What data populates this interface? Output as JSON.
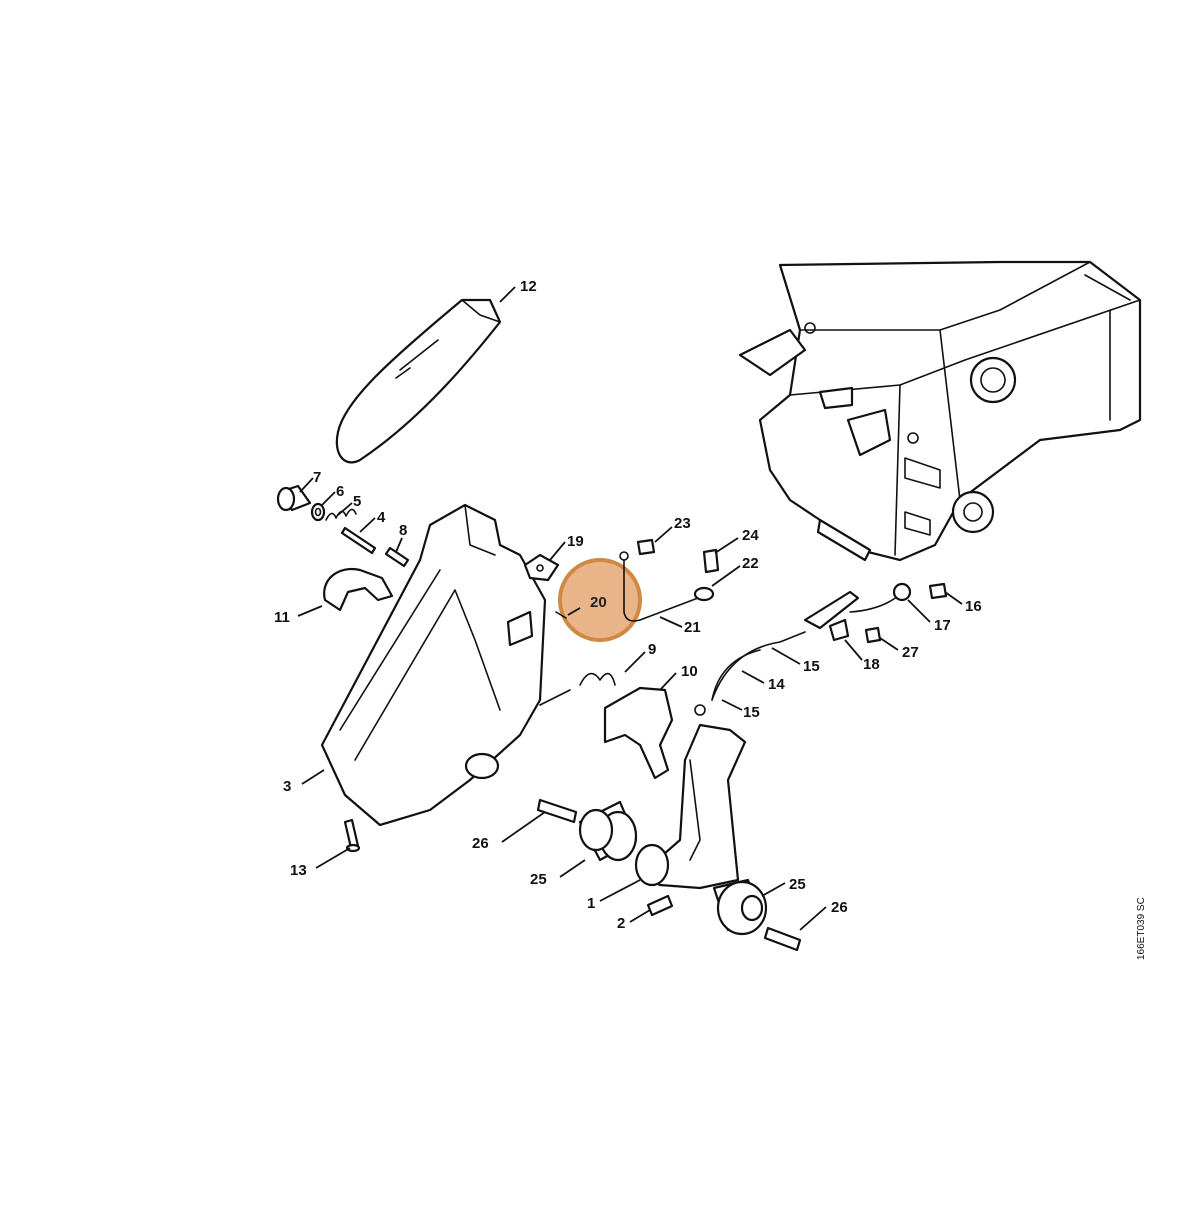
{
  "diagram": {
    "reference_code": "166ET039 SC",
    "highlight_color": "#e9b487",
    "highlight_ring_color": "#d08845",
    "highlighted_part": "20",
    "callouts": [
      {
        "id": "callout-12",
        "label": "12"
      },
      {
        "id": "callout-7",
        "label": "7"
      },
      {
        "id": "callout-6",
        "label": "6"
      },
      {
        "id": "callout-5",
        "label": "5"
      },
      {
        "id": "callout-4",
        "label": "4"
      },
      {
        "id": "callout-8",
        "label": "8"
      },
      {
        "id": "callout-11",
        "label": "11"
      },
      {
        "id": "callout-19",
        "label": "19"
      },
      {
        "id": "callout-20",
        "label": "20"
      },
      {
        "id": "callout-23",
        "label": "23"
      },
      {
        "id": "callout-24",
        "label": "24"
      },
      {
        "id": "callout-22",
        "label": "22"
      },
      {
        "id": "callout-21",
        "label": "21"
      },
      {
        "id": "callout-16",
        "label": "16"
      },
      {
        "id": "callout-17",
        "label": "17"
      },
      {
        "id": "callout-27",
        "label": "27"
      },
      {
        "id": "callout-18",
        "label": "18"
      },
      {
        "id": "callout-15a",
        "label": "15"
      },
      {
        "id": "callout-14",
        "label": "14"
      },
      {
        "id": "callout-15b",
        "label": "15"
      },
      {
        "id": "callout-9",
        "label": "9"
      },
      {
        "id": "callout-10",
        "label": "10"
      },
      {
        "id": "callout-3",
        "label": "3"
      },
      {
        "id": "callout-13",
        "label": "13"
      },
      {
        "id": "callout-26a",
        "label": "26"
      },
      {
        "id": "callout-25a",
        "label": "25"
      },
      {
        "id": "callout-1",
        "label": "1"
      },
      {
        "id": "callout-2",
        "label": "2"
      },
      {
        "id": "callout-25b",
        "label": "25"
      },
      {
        "id": "callout-26b",
        "label": "26"
      }
    ]
  }
}
